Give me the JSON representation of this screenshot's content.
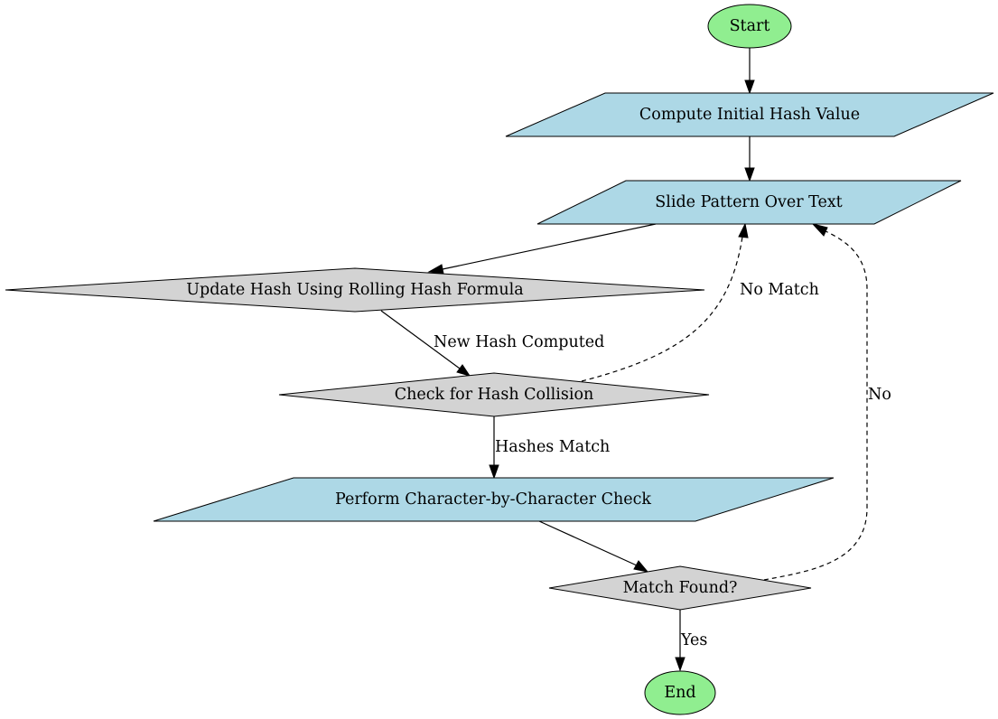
{
  "colors": {
    "terminal_fill": "#90ee90",
    "process_fill": "#add8e6",
    "decision_fill": "#d3d3d3",
    "line": "#000000",
    "background": "#ffffff"
  },
  "nodes": {
    "start": {
      "label": "Start",
      "shape": "ellipse"
    },
    "compute_hash": {
      "label": "Compute Initial Hash Value",
      "shape": "parallelogram"
    },
    "slide_pattern": {
      "label": "Slide Pattern Over Text",
      "shape": "parallelogram"
    },
    "update_hash": {
      "label": "Update Hash Using Rolling Hash Formula",
      "shape": "diamond"
    },
    "check_collision": {
      "label": "Check for Hash Collision",
      "shape": "diamond"
    },
    "char_check": {
      "label": "Perform Character-by-Character Check",
      "shape": "parallelogram"
    },
    "match_found": {
      "label": "Match Found?",
      "shape": "diamond"
    },
    "end": {
      "label": "End",
      "shape": "ellipse"
    }
  },
  "edges": [
    {
      "from": "start",
      "to": "compute_hash",
      "label": "",
      "style": "solid"
    },
    {
      "from": "compute_hash",
      "to": "slide_pattern",
      "label": "",
      "style": "solid"
    },
    {
      "from": "slide_pattern",
      "to": "update_hash",
      "label": "",
      "style": "solid"
    },
    {
      "from": "update_hash",
      "to": "check_collision",
      "label": "New Hash Computed",
      "style": "solid"
    },
    {
      "from": "check_collision",
      "to": "slide_pattern",
      "label": "No Match",
      "style": "dashed"
    },
    {
      "from": "check_collision",
      "to": "char_check",
      "label": "Hashes Match",
      "style": "solid"
    },
    {
      "from": "char_check",
      "to": "match_found",
      "label": "",
      "style": "solid"
    },
    {
      "from": "match_found",
      "to": "slide_pattern",
      "label": "No",
      "style": "dashed"
    },
    {
      "from": "match_found",
      "to": "end",
      "label": "Yes",
      "style": "solid"
    }
  ]
}
